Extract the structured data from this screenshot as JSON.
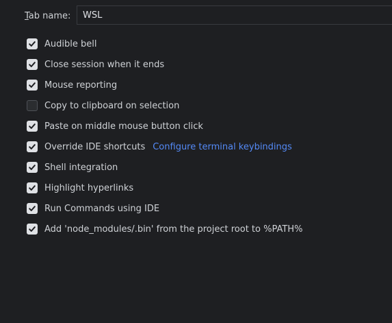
{
  "tab_name": {
    "label": "Tab name:",
    "value": "WSL"
  },
  "options": [
    {
      "label": "Audible bell",
      "checked": true
    },
    {
      "label": "Close session when it ends",
      "checked": true
    },
    {
      "label": "Mouse reporting",
      "checked": true
    },
    {
      "label": "Copy to clipboard on selection",
      "checked": false
    },
    {
      "label": "Paste on middle mouse button click",
      "checked": true
    },
    {
      "label": "Override IDE shortcuts",
      "checked": true,
      "link": "Configure terminal keybindings"
    },
    {
      "label": "Shell integration",
      "checked": true
    },
    {
      "label": "Highlight hyperlinks",
      "checked": true
    },
    {
      "label": "Run Commands using IDE",
      "checked": true
    },
    {
      "label": "Add 'node_modules/.bin' from the project root to %PATH%",
      "checked": true
    }
  ],
  "colors": {
    "background": "#1e1f22",
    "text": "#cfd2d6",
    "link": "#548af7",
    "checkbox_checked": "#dfe1e5",
    "checkmark": "#1e1f22"
  }
}
